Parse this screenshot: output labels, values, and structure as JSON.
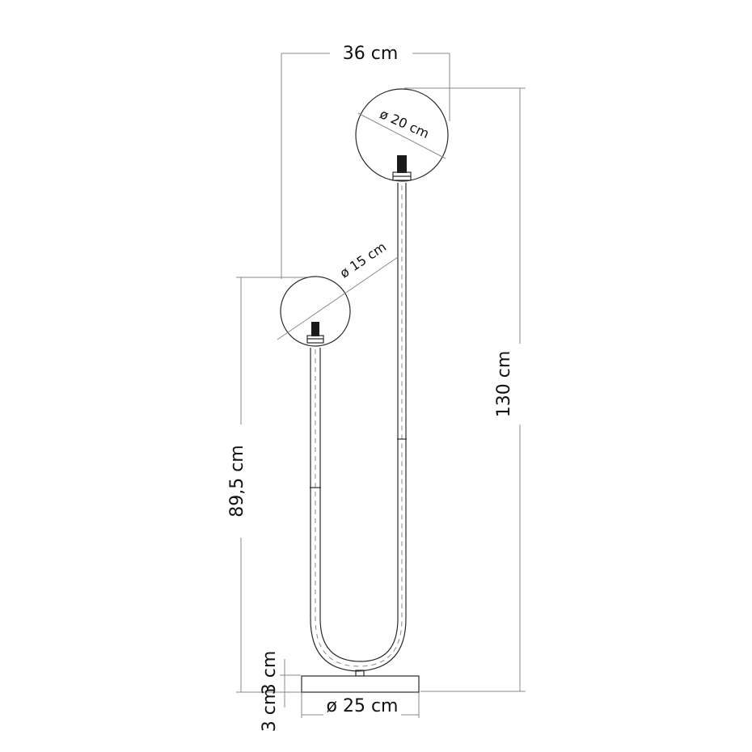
{
  "dimensions": {
    "width": "36 cm",
    "big_globe": "ø 20 cm",
    "small_globe": "ø 15 cm",
    "total_height": "130 cm",
    "lower_height": "89,5 cm",
    "base_height": "3 cm",
    "base_diameter": "ø 25 cm"
  },
  "colors": {
    "line": "#2a2a2a",
    "dimension_line": "#8a8a8a",
    "text": "#111111"
  }
}
